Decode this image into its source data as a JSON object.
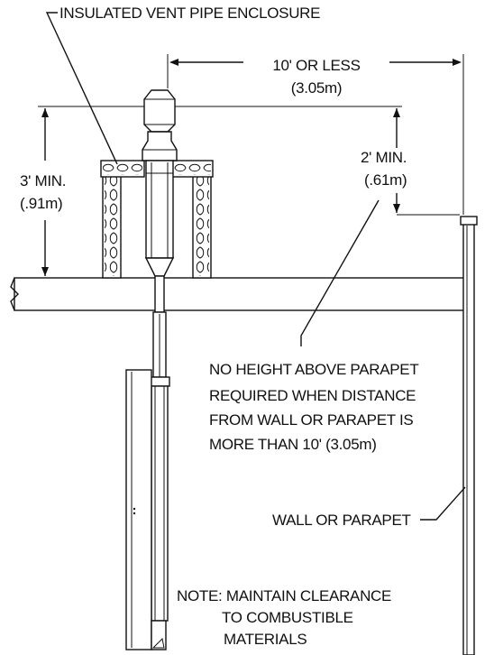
{
  "labels": {
    "enclosure": "INSULATED VENT PIPE ENCLOSURE",
    "distance_line1": "10' OR LESS",
    "distance_line2": "(3.05m)",
    "height3_line1": "3' MIN.",
    "height3_line2": "(.91m)",
    "height2_line1": "2' MIN.",
    "height2_line2": "(.61m)",
    "parapet_note": [
      "NO HEIGHT ABOVE PARAPET",
      "REQUIRED WHEN DISTANCE",
      "FROM WALL OR PARAPET IS",
      "MORE THAN 10' (3.05m)"
    ],
    "wall": "WALL OR PARAPET",
    "clearance_note": [
      "NOTE: MAINTAIN CLEARANCE",
      "TO COMBUSTIBLE",
      "MATERIALS"
    ]
  }
}
